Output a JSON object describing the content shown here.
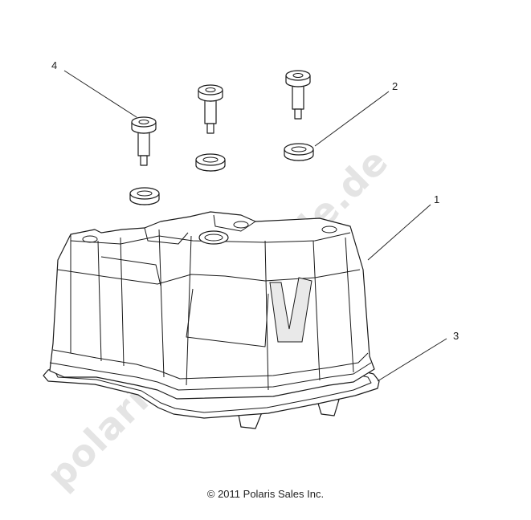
{
  "watermark": "polaris-ersatzteile.de",
  "callouts": {
    "c1": "1",
    "c2": "2",
    "c3": "3",
    "c4": "4"
  },
  "copyright": "© 2011 Polaris Sales Inc."
}
